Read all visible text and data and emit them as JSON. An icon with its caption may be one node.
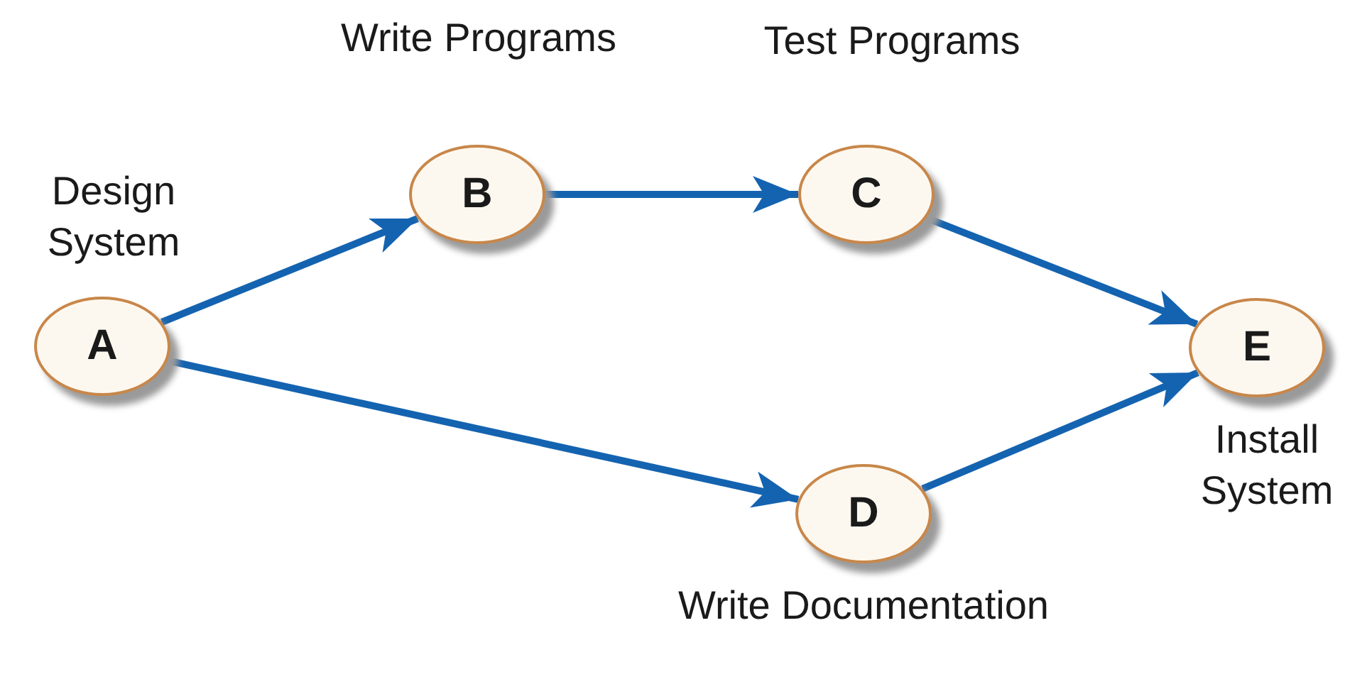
{
  "diagram": {
    "nodes": [
      {
        "text": [
          "A"
        ],
        "beside": [
          "Design System"
        ]
      },
      {
        "text": [
          "B"
        ],
        "beside": [
          "Write Programs"
        ]
      },
      {
        "text": [
          "C"
        ],
        "beside": [
          "Test Programs"
        ]
      },
      {
        "text": [
          "D"
        ],
        "beside": [
          "Write Documentation"
        ]
      },
      {
        "text": [
          "E"
        ],
        "beside": [
          "Install System"
        ]
      }
    ],
    "edges": [
      {
        "from": 0,
        "to": 1,
        "arrow": "to"
      },
      {
        "from": 0,
        "to": 3,
        "arrow": "to"
      },
      {
        "from": 1,
        "to": 2,
        "arrow": "to"
      },
      {
        "from": 2,
        "to": 4,
        "arrow": "to"
      },
      {
        "from": 3,
        "to": 4,
        "arrow": "to"
      }
    ]
  }
}
